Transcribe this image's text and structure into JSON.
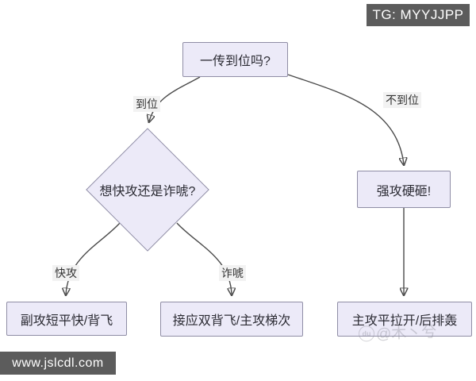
{
  "badges": {
    "tg": "TG: MYYJJPP",
    "site": "www.jslcdl.com"
  },
  "flowchart": {
    "nodes": {
      "start": {
        "label": "一传到位吗?"
      },
      "decision": {
        "label": "想快攻还是诈唬?"
      },
      "strong": {
        "label": "强攻硬砸!"
      },
      "quick_result": {
        "label": "副攻短平快/背飞"
      },
      "bluff_result": {
        "label": "接应双背飞/主攻梯次"
      },
      "strong_result": {
        "label": "主攻平拉开/后排轰"
      }
    },
    "edge_labels": {
      "in_place": "到位",
      "not_in_place": "不到位",
      "quick": "快攻",
      "bluff": "诈唬"
    }
  },
  "watermark": {
    "paw": "du",
    "text": "@木丶兮"
  },
  "colors": {
    "node_fill": "#ECEAF8",
    "node_border": "#8F8DA5",
    "edge": "#4A4A4A",
    "edge_label_bg": "#F2F2F2",
    "badge_bg": "#5C5C5C",
    "text": "#2B2B33"
  }
}
